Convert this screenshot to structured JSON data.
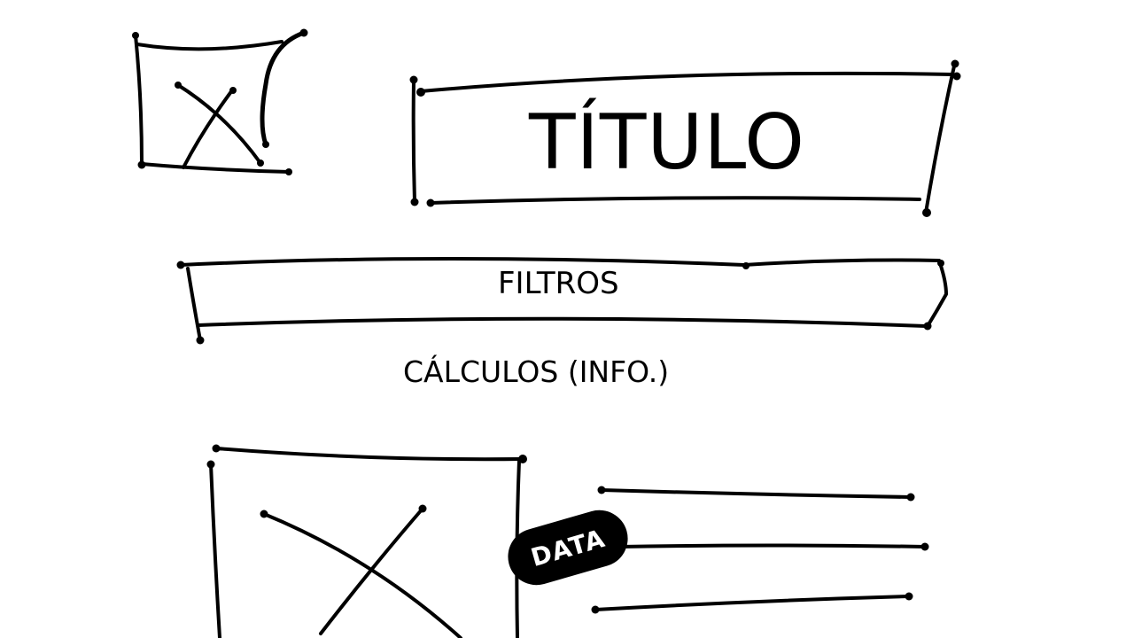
{
  "header": {
    "logo_placeholder_icon": "image-placeholder-icon",
    "title": "TÍTULO"
  },
  "filters": {
    "label": "FILTROS"
  },
  "calculations": {
    "label": "CÁLCULOS (INFO.)"
  },
  "content": {
    "image_placeholder_icon": "image-placeholder-icon",
    "data_badge": "DATA",
    "text_lines_icon": "text-lines-icon"
  },
  "colors": {
    "ink": "#000000",
    "background": "#ffffff"
  }
}
